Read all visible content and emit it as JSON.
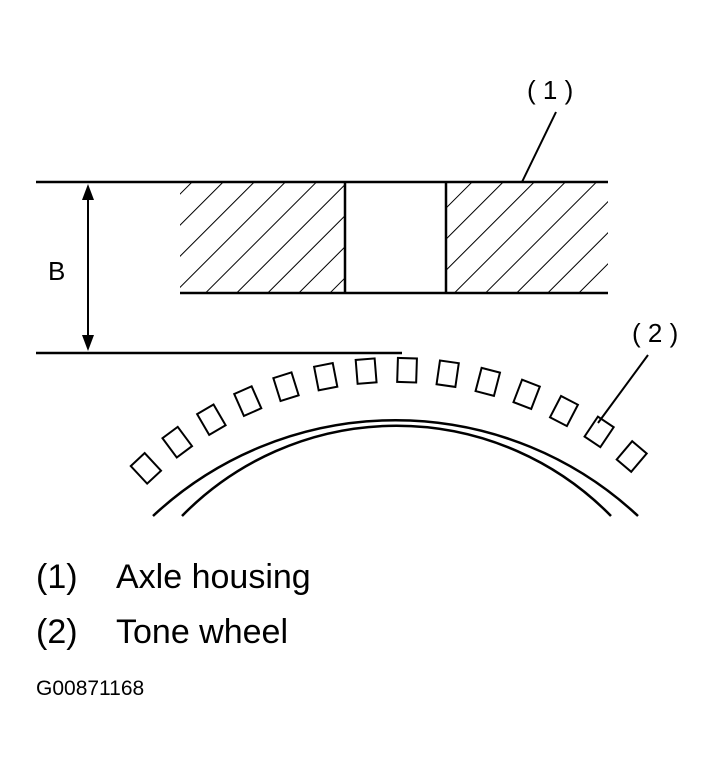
{
  "diagram": {
    "dimension_label": "B",
    "callout_1": "( 1 )",
    "callout_2": "( 2 )"
  },
  "legend": [
    {
      "number": "(1)",
      "text": "Axle housing"
    },
    {
      "number": "(2)",
      "text": "Tone wheel"
    }
  ],
  "figure_id": "G00871168",
  "colors": {
    "line": "#000000",
    "background": "#ffffff"
  }
}
